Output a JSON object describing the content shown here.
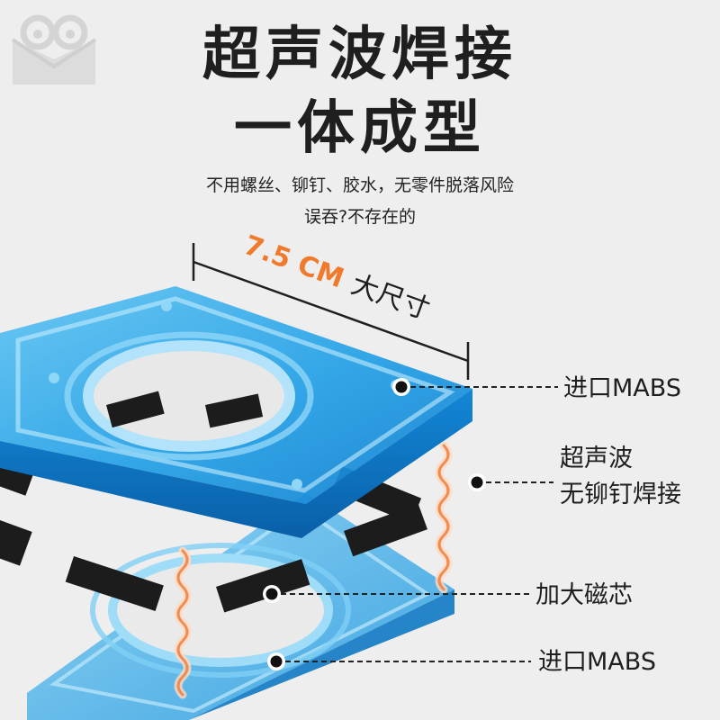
{
  "headline": {
    "line1": "超声波焊接",
    "line2": "一体成型"
  },
  "subtitle": {
    "line1": "不用螺丝、铆钉、胶水，无零件脱落风险",
    "line2": "误吞?不存在的"
  },
  "dimension": {
    "value": "7.5 CM",
    "label": "大尺寸",
    "value_color": "#f07a2c"
  },
  "callouts": {
    "top_layer": "进口MABS",
    "weld_line1": "超声波",
    "weld_line2": "无铆钉焊接",
    "magnet": "加大磁芯",
    "bottom_layer": "进口MABS"
  },
  "icons": {
    "logo": "frog-mail-logo-icon"
  },
  "colors": {
    "plate_blue": "#1aa3e8",
    "magnet_black": "#1c1c1c",
    "weld_wave": "#f29a6a",
    "text": "#1f1f1f"
  }
}
